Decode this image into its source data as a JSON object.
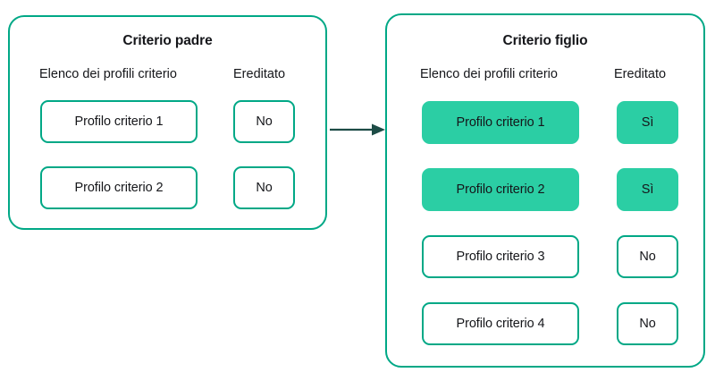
{
  "diagram": {
    "title_semantics": "criterion-inheritance-diagram",
    "colors": {
      "outline": "#00a886",
      "filled": "#2bcea4",
      "arrow": "#1d4c46",
      "text": "#15161a",
      "background": "#ffffff"
    },
    "arrow": {
      "name": "inheritance-arrow",
      "direction": "left-to-right"
    },
    "panels": [
      {
        "id": "parent",
        "title": "Criterio padre",
        "columns": {
          "profiles": "Elenco dei profili criterio",
          "inherited": "Ereditato"
        },
        "rows": [
          {
            "profile": "Profilo criterio 1",
            "inherited": "No",
            "highlighted": false
          },
          {
            "profile": "Profilo criterio 2",
            "inherited": "No",
            "highlighted": false
          }
        ]
      },
      {
        "id": "child",
        "title": "Criterio figlio",
        "columns": {
          "profiles": "Elenco dei profili criterio",
          "inherited": "Ereditato"
        },
        "rows": [
          {
            "profile": "Profilo criterio 1",
            "inherited": "Sì",
            "highlighted": true
          },
          {
            "profile": "Profilo criterio 2",
            "inherited": "Sì",
            "highlighted": true
          },
          {
            "profile": "Profilo criterio 3",
            "inherited": "No",
            "highlighted": false
          },
          {
            "profile": "Profilo criterio 4",
            "inherited": "No",
            "highlighted": false
          }
        ]
      }
    ]
  }
}
